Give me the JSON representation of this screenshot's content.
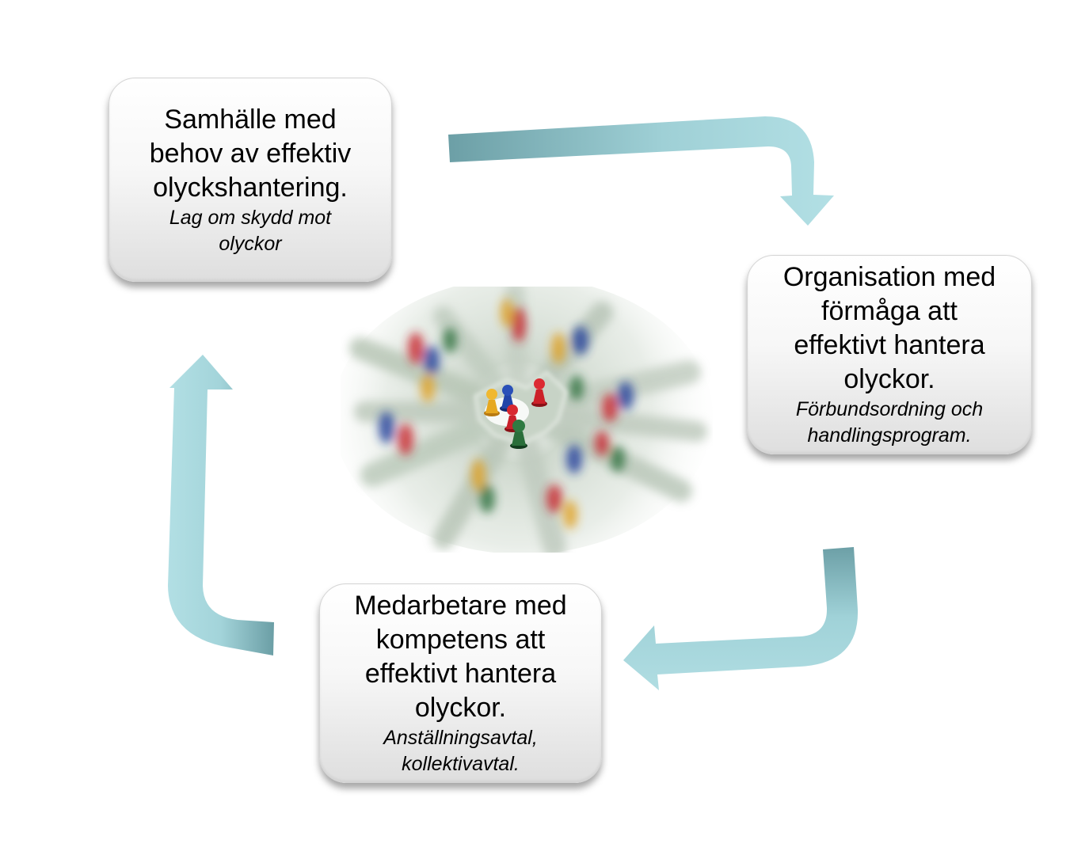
{
  "diagram": {
    "boxes": [
      {
        "id": "society",
        "title": "Samhälle med\nbehov av effektiv\nolyckshantering.",
        "subtitle": "Lag om skydd mot\nolyckor"
      },
      {
        "id": "organisation",
        "title": "Organisation med\nförmåga att\neffektivt hantera\nolyckor.",
        "subtitle": "Förbundsordning och\nhandlingsprogram."
      },
      {
        "id": "employees",
        "title": "Medarbetare med\nkompetens att\neffektivt hantera\nolyckor.",
        "subtitle": "Anställningsavtal,\nkollektivavtal."
      }
    ],
    "arrows": [
      {
        "from": "society",
        "to": "organisation"
      },
      {
        "from": "organisation",
        "to": "employees"
      },
      {
        "from": "employees",
        "to": "society"
      }
    ],
    "center_image": "puzzle-pieces-with-game-pawns",
    "colors": {
      "arrow_light": "#a8d8de",
      "arrow_dark": "#6a9ea5",
      "pawn_red": "#c8202a",
      "pawn_blue": "#1e3a9a",
      "pawn_yellow": "#e0a020",
      "pawn_green": "#2a6e3a",
      "puzzle": "#c4d0c4"
    }
  }
}
